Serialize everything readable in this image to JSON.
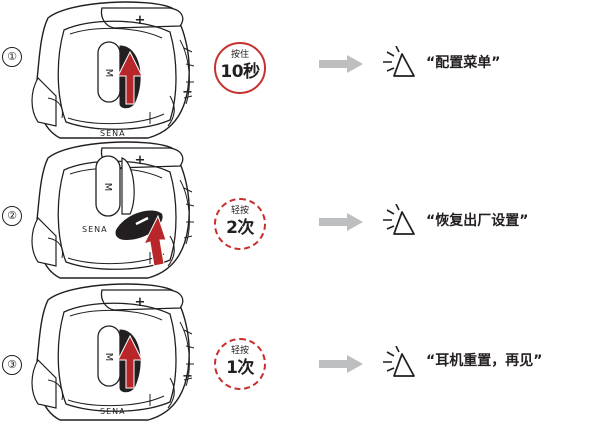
{
  "steps": [
    {
      "number": "①",
      "action": "按住",
      "count": "10秒",
      "voice_prompt": "“配置菜单”"
    },
    {
      "number": "②",
      "action": "轻按",
      "count": "2次",
      "voice_prompt": "“恢复出厂设置”"
    },
    {
      "number": "③",
      "action": "轻按",
      "count": "1次",
      "voice_prompt": "“耳机重置，再见”"
    }
  ],
  "device": {
    "brand": "SENA",
    "plus_symbol": "+",
    "minus_symbol": "−",
    "button_mark": "M"
  },
  "colors": {
    "accent_red": "#c8302f",
    "press_arrow": "#b8262a",
    "next_arrow": "#bcbec0",
    "outline": "#231f20"
  },
  "icons": {
    "next": "right-arrow-icon",
    "voice": "speaker-sound-icon",
    "press": "press-arrow-icon"
  }
}
